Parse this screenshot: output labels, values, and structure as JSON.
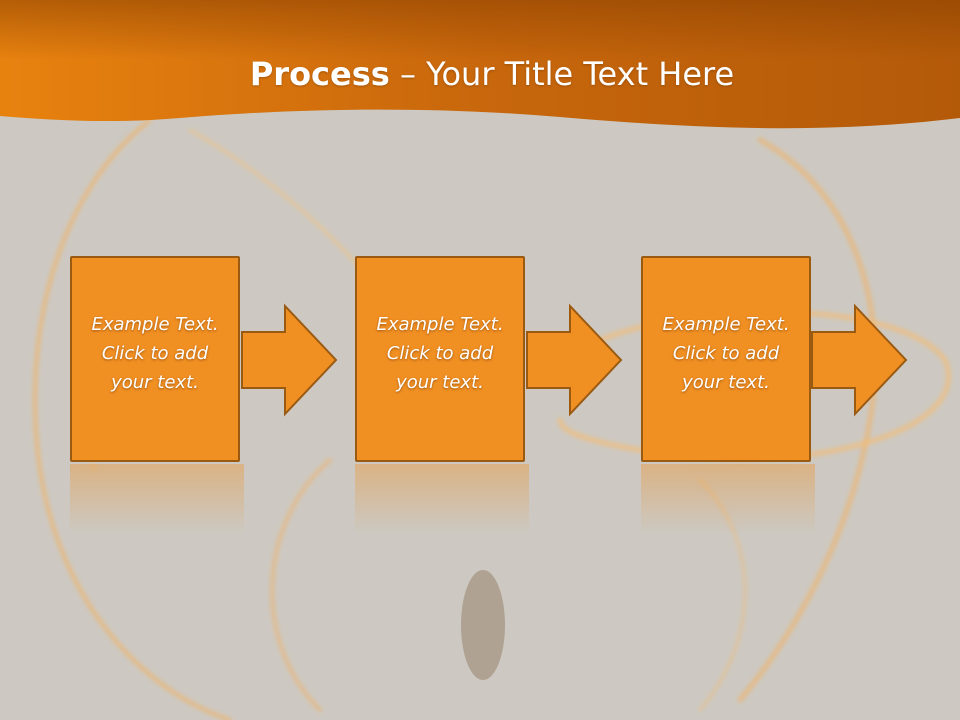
{
  "slide": {
    "title_bold": "Process",
    "title_rest": "– Your Title Text Here",
    "accent_color": "#f08f22",
    "header_color": "#d9700f",
    "background_color": "#cdc9c2"
  },
  "steps": [
    {
      "line1": "Example Text.",
      "line2": "Click  to add",
      "line3": "your text."
    },
    {
      "line1": "Example Text.",
      "line2": "Click  to add",
      "line3": "your text."
    },
    {
      "line1": "Example Text.",
      "line2": "Click  to add",
      "line3": "your text."
    }
  ]
}
